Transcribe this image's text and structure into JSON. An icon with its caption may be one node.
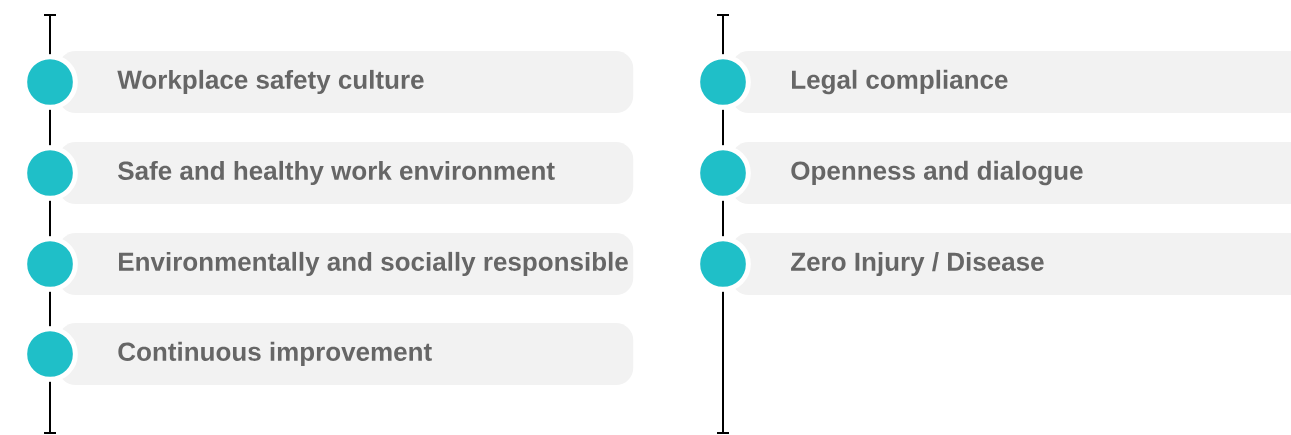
{
  "diagram": {
    "nodes": [
      {
        "text": [
          "Workplace safety culture"
        ]
      },
      {
        "text": [
          "Safe and healthy work environment"
        ]
      },
      {
        "text": [
          "Environmentally and socially responsible"
        ]
      },
      {
        "text": [
          "Continuous improvement"
        ]
      },
      {
        "text": [
          "Legal compliance"
        ]
      },
      {
        "text": [
          "Openness and dialogue"
        ]
      },
      {
        "text": [
          "Zero Injury / Disease"
        ]
      }
    ],
    "edges": [
      {
        "from": null,
        "to": 0,
        "arrow": "none"
      },
      {
        "from": 0,
        "to": 1,
        "arrow": "none"
      },
      {
        "from": 1,
        "to": 2,
        "arrow": "none"
      },
      {
        "from": 2,
        "to": 3,
        "arrow": "none"
      },
      {
        "from": 3,
        "to": null,
        "arrow": "none"
      },
      {
        "from": null,
        "to": 4,
        "arrow": "none"
      },
      {
        "from": 4,
        "to": 5,
        "arrow": "none"
      },
      {
        "from": 5,
        "to": 6,
        "arrow": "none"
      },
      {
        "from": 6,
        "to": null,
        "arrow": "none"
      }
    ]
  }
}
